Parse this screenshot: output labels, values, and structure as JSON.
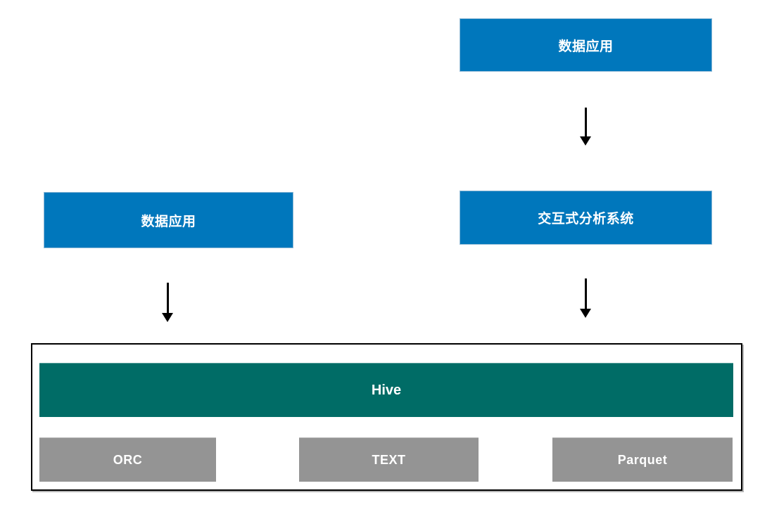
{
  "colors": {
    "node_blue": "#0077bc",
    "hive_teal": "#006c66",
    "format_gray": "#949494",
    "arrow_black": "#000000",
    "container_border": "#000000",
    "text_white": "#ffffff"
  },
  "diagram": {
    "nodes": {
      "data_app_top": "数据应用",
      "data_app_left": "数据应用",
      "interactive_system": "交互式分析系统"
    },
    "storage": {
      "engine": "Hive",
      "formats": [
        "ORC",
        "TEXT",
        "Parquet"
      ]
    }
  }
}
